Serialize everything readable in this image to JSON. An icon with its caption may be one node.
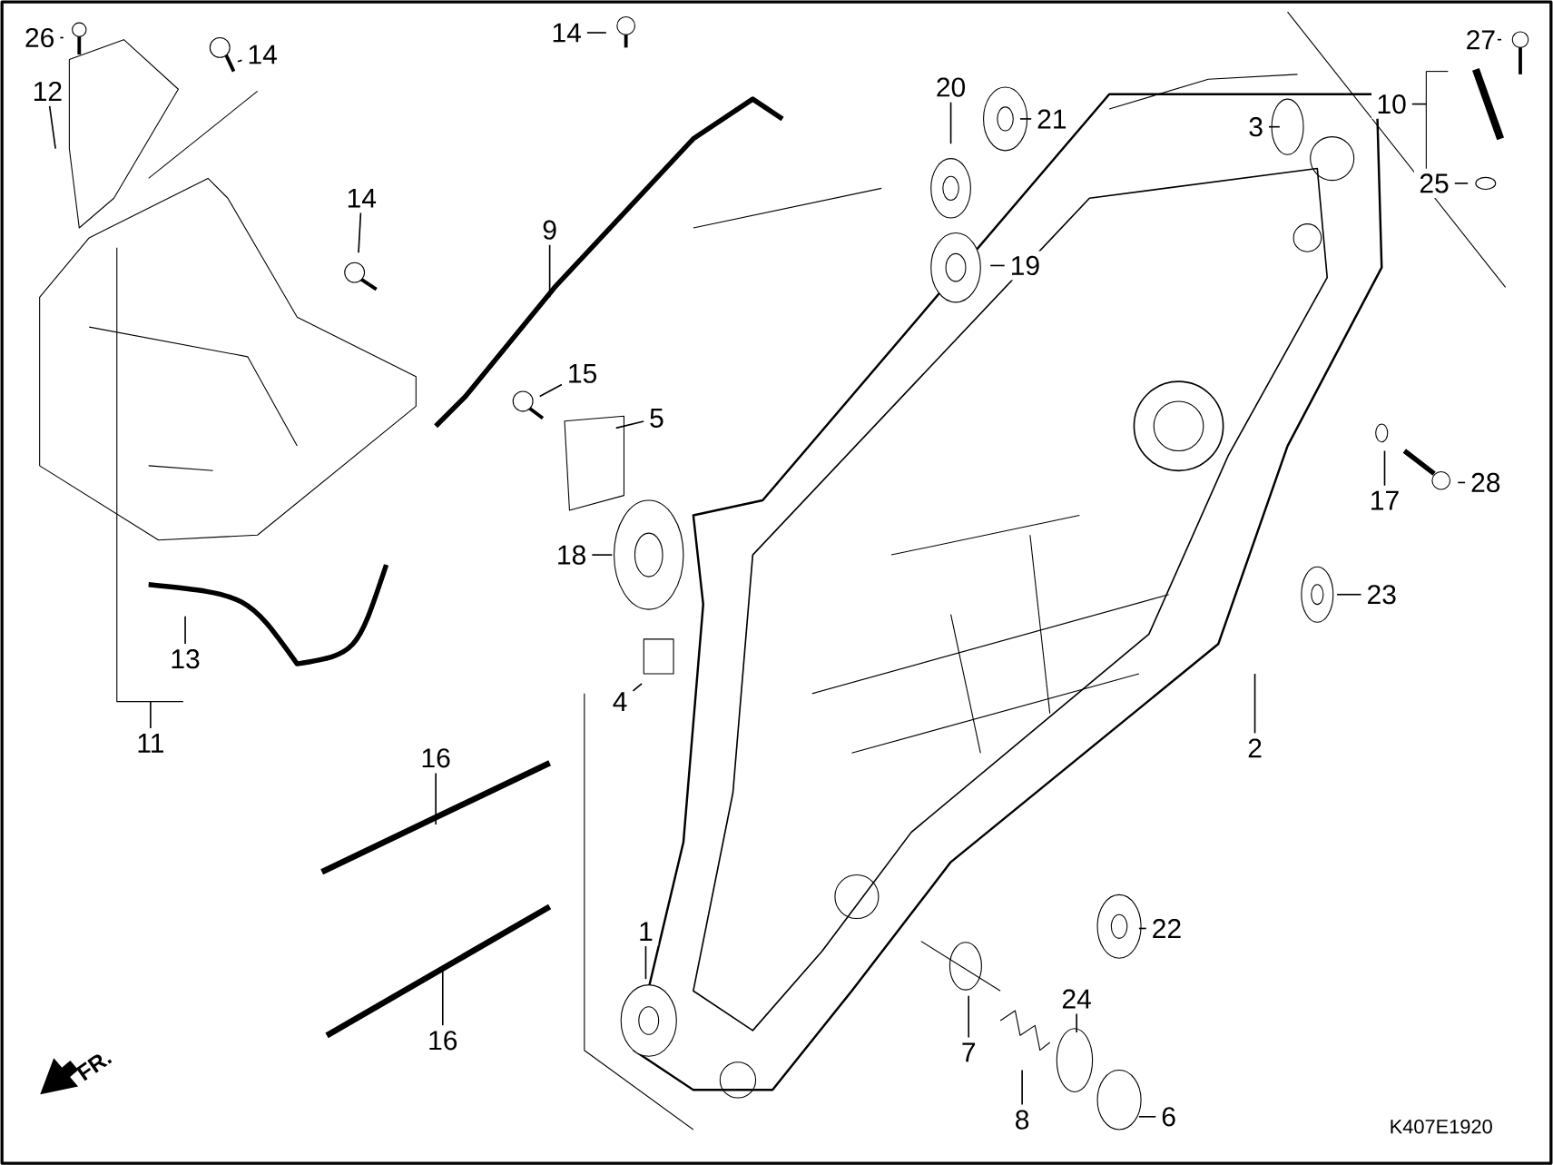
{
  "diagram": {
    "nodes": [
      {
        "text": [
          "26"
        ]
      },
      {
        "text": [
          "12"
        ]
      },
      {
        "text": [
          "14"
        ]
      },
      {
        "text": [
          "14"
        ]
      },
      {
        "text": [
          "9"
        ]
      },
      {
        "text": [
          "14"
        ]
      },
      {
        "text": [
          "20"
        ]
      },
      {
        "text": [
          "21"
        ]
      },
      {
        "text": [
          "3"
        ]
      },
      {
        "text": [
          "27"
        ]
      },
      {
        "text": [
          "10"
        ]
      },
      {
        "text": [
          "19"
        ]
      },
      {
        "text": [
          "25"
        ]
      },
      {
        "text": [
          "15"
        ]
      },
      {
        "text": [
          "5"
        ]
      },
      {
        "text": [
          "17"
        ]
      },
      {
        "text": [
          "28"
        ]
      },
      {
        "text": [
          "18"
        ]
      },
      {
        "text": [
          "23"
        ]
      },
      {
        "text": [
          "13"
        ]
      },
      {
        "text": [
          "4"
        ]
      },
      {
        "text": [
          "2"
        ]
      },
      {
        "text": [
          "11"
        ]
      },
      {
        "text": [
          "16"
        ]
      },
      {
        "text": [
          "1"
        ]
      },
      {
        "text": [
          "22"
        ]
      },
      {
        "text": [
          "24"
        ]
      },
      {
        "text": [
          "16"
        ]
      },
      {
        "text": [
          "7"
        ]
      },
      {
        "text": [
          "8"
        ]
      },
      {
        "text": [
          "6"
        ]
      }
    ],
    "edges": [
      {
        "from": 0,
        "to": null,
        "arrow": "none"
      },
      {
        "from": 1,
        "to": null,
        "arrow": "none"
      },
      {
        "from": 2,
        "to": null,
        "arrow": "none"
      },
      {
        "from": 3,
        "to": null,
        "arrow": "none"
      },
      {
        "from": 4,
        "to": null,
        "arrow": "none"
      },
      {
        "from": 5,
        "to": null,
        "arrow": "none"
      },
      {
        "from": 6,
        "to": null,
        "arrow": "none"
      },
      {
        "from": 7,
        "to": null,
        "arrow": "none"
      },
      {
        "from": 8,
        "to": null,
        "arrow": "none"
      },
      {
        "from": 9,
        "to": null,
        "arrow": "none"
      },
      {
        "from": 10,
        "to": null,
        "arrow": "none"
      },
      {
        "from": 11,
        "to": null,
        "arrow": "none"
      },
      {
        "from": 12,
        "to": null,
        "arrow": "none"
      },
      {
        "from": 13,
        "to": null,
        "arrow": "none"
      },
      {
        "from": 14,
        "to": null,
        "arrow": "none"
      },
      {
        "from": 15,
        "to": null,
        "arrow": "none"
      },
      {
        "from": 16,
        "to": null,
        "arrow": "none"
      },
      {
        "from": 17,
        "to": null,
        "arrow": "none"
      },
      {
        "from": 18,
        "to": null,
        "arrow": "none"
      },
      {
        "from": 19,
        "to": null,
        "arrow": "none"
      },
      {
        "from": 20,
        "to": null,
        "arrow": "none"
      },
      {
        "from": 21,
        "to": null,
        "arrow": "none"
      },
      {
        "from": 22,
        "to": null,
        "arrow": "none"
      },
      {
        "from": 23,
        "to": null,
        "arrow": "none"
      },
      {
        "from": 24,
        "to": null,
        "arrow": "none"
      },
      {
        "from": 25,
        "to": null,
        "arrow": "none"
      },
      {
        "from": 26,
        "to": null,
        "arrow": "none"
      },
      {
        "from": 27,
        "to": null,
        "arrow": "none"
      },
      {
        "from": 28,
        "to": null,
        "arrow": "none"
      },
      {
        "from": 29,
        "to": null,
        "arrow": "none"
      },
      {
        "from": 30,
        "to": null,
        "arrow": "none"
      }
    ],
    "labels": [
      "FR.",
      "K407E1920"
    ]
  }
}
